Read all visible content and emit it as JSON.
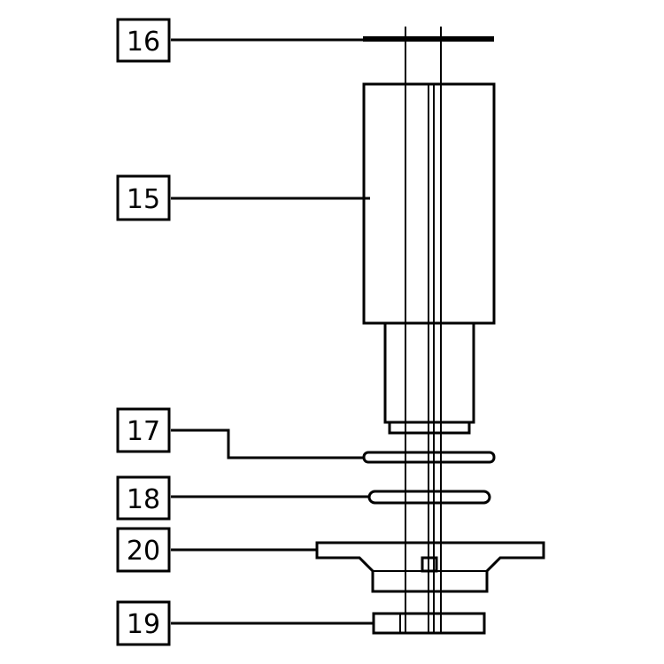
{
  "diagram": {
    "callouts": [
      {
        "id": "c16",
        "label": "16"
      },
      {
        "id": "c15",
        "label": "15"
      },
      {
        "id": "c17",
        "label": "17"
      },
      {
        "id": "c18",
        "label": "18"
      },
      {
        "id": "c20",
        "label": "20"
      },
      {
        "id": "c19",
        "label": "19"
      }
    ]
  }
}
